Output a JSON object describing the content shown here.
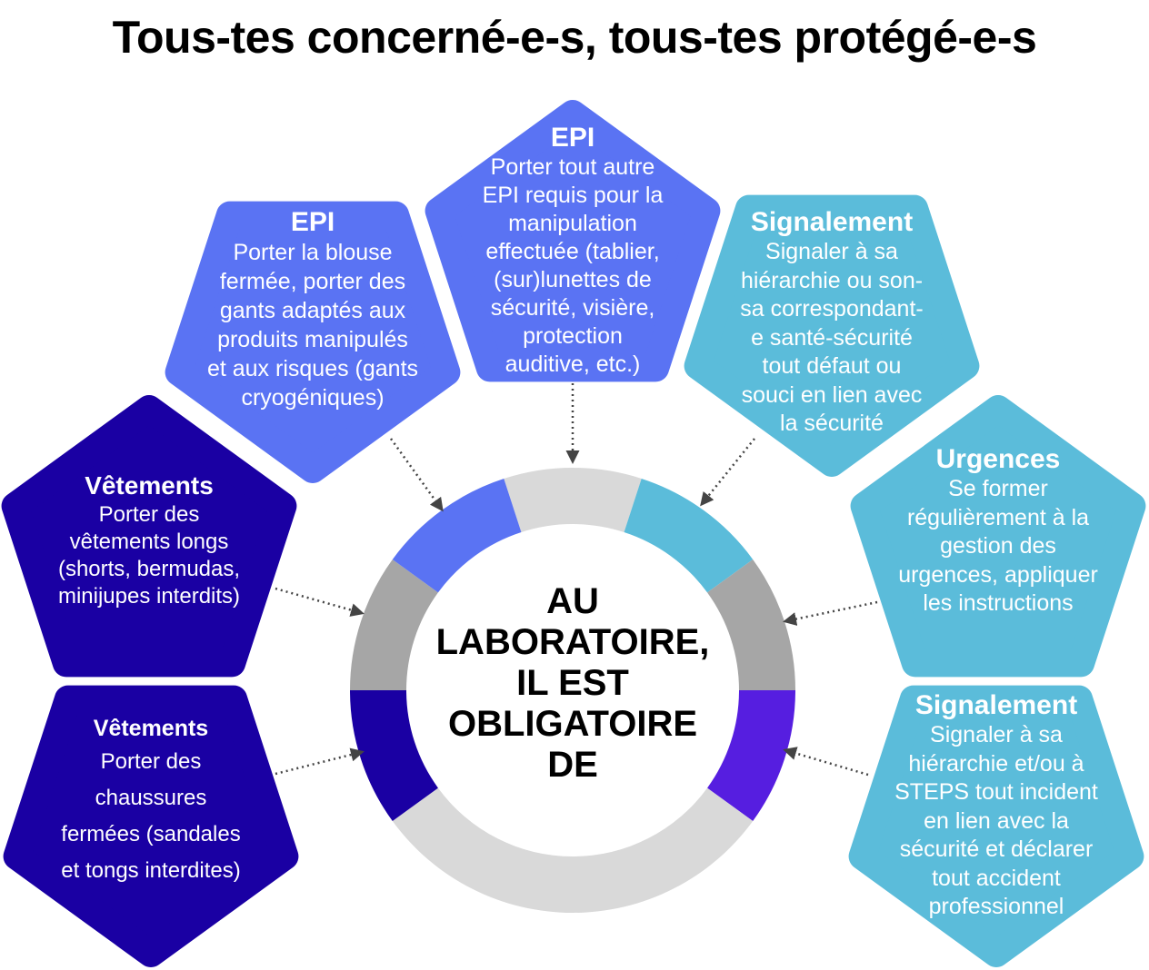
{
  "title": "Tous-tes concerné-e-s, tous-tes protégé-e-s",
  "center": {
    "lines": [
      "AU",
      "LABORATOIRE,",
      "IL EST",
      "OBLIGATOIRE",
      "DE"
    ]
  },
  "colors": {
    "epi": "#5a73f3",
    "signalement": "#5bbcda",
    "vetements": "#1a00a3",
    "purple": "#561ee0",
    "gray": "#a6a6a6",
    "light_gray": "#d9d9d9",
    "arrow": "#444444"
  },
  "blocks": [
    {
      "id": "epi-top",
      "title": "EPI",
      "lines": [
        "Porter tout autre",
        "EPI requis pour la",
        "manipulation",
        "effectuée (tablier,",
        "(sur)lunettes de",
        "sécurité, visière,",
        "protection",
        "auditive, etc.)"
      ]
    },
    {
      "id": "epi-left",
      "title": "EPI",
      "lines": [
        "Porter la blouse",
        "fermée, porter des",
        "gants adaptés aux",
        "produits manipulés",
        "et aux risques (gants",
        "cryogéniques)"
      ]
    },
    {
      "id": "signalement-top",
      "title": "Signalement",
      "lines": [
        "Signaler à sa",
        "hiérarchie ou son-",
        "sa correspondant-",
        "e santé-sécurité",
        "tout défaut ou",
        "souci en lien avec",
        "la sécurité"
      ]
    },
    {
      "id": "urgences",
      "title": "Urgences",
      "lines": [
        "Se former",
        "régulièrement à la",
        "gestion des",
        "urgences, appliquer",
        "les instructions"
      ]
    },
    {
      "id": "signalement-bottom",
      "title": "Signalement",
      "lines": [
        "Signaler à sa",
        "hiérarchie et/ou à",
        "STEPS tout incident",
        "en lien avec la",
        "sécurité et déclarer",
        "tout accident",
        "professionnel"
      ]
    },
    {
      "id": "vetements-top",
      "title": "Vêtements",
      "lines": [
        "Porter des",
        "vêtements longs",
        "(shorts, bermudas,",
        "minijupes interdits)"
      ]
    },
    {
      "id": "vetements-bottom",
      "title": "Vêtements",
      "lines": [
        "Porter des",
        "chaussures",
        "fermées (sandales",
        "et tongs interdites)"
      ]
    }
  ]
}
